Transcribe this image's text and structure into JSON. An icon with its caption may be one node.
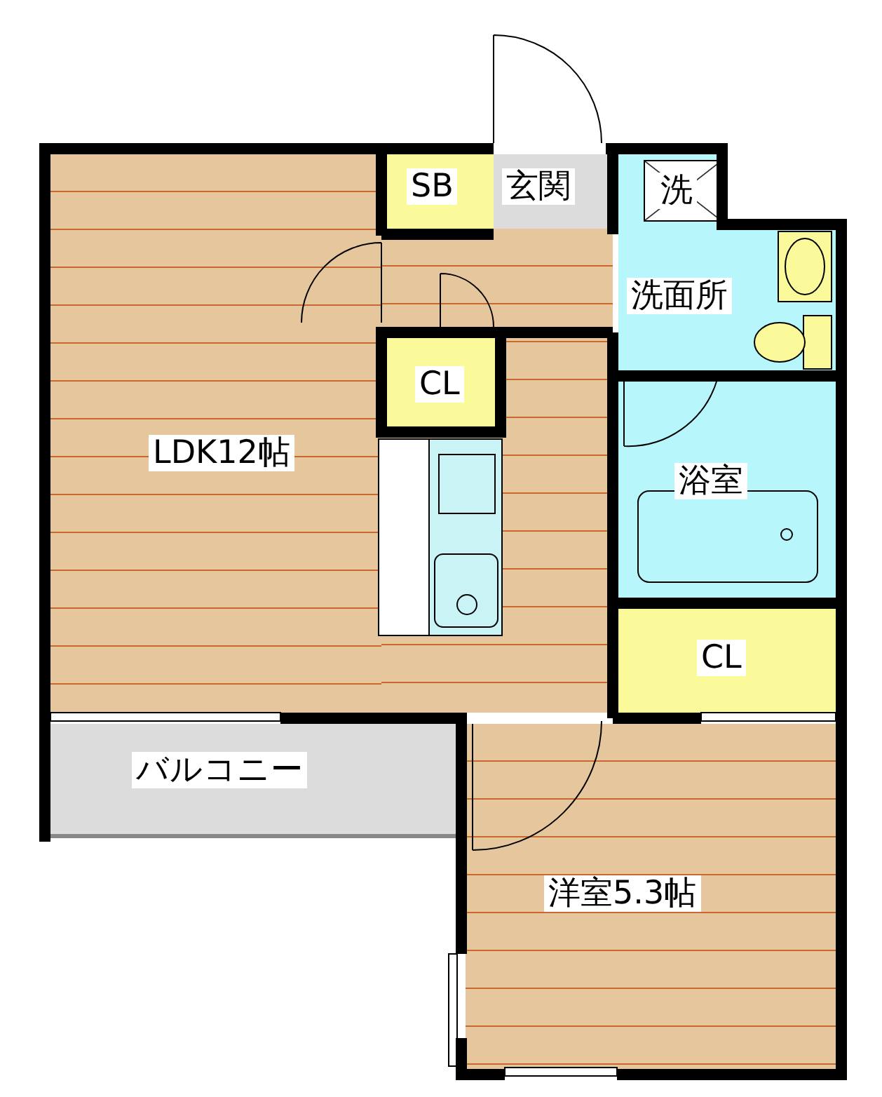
{
  "diagram": {
    "nodes": [
      {
        "text": [
          "LDK12帖"
        ]
      },
      {
        "text": [
          "SB"
        ]
      },
      {
        "text": [
          "玄関"
        ]
      },
      {
        "text": [
          "洗面所"
        ]
      },
      {
        "text": [
          "洗"
        ],
        "in": 3
      },
      {
        "text": [
          "CL"
        ]
      },
      {
        "text": [
          "浴室"
        ]
      },
      {
        "text": [
          "CL"
        ]
      },
      {
        "text": [
          "バルコニー"
        ]
      },
      {
        "text": [
          "洋室5.3帖"
        ]
      }
    ]
  }
}
